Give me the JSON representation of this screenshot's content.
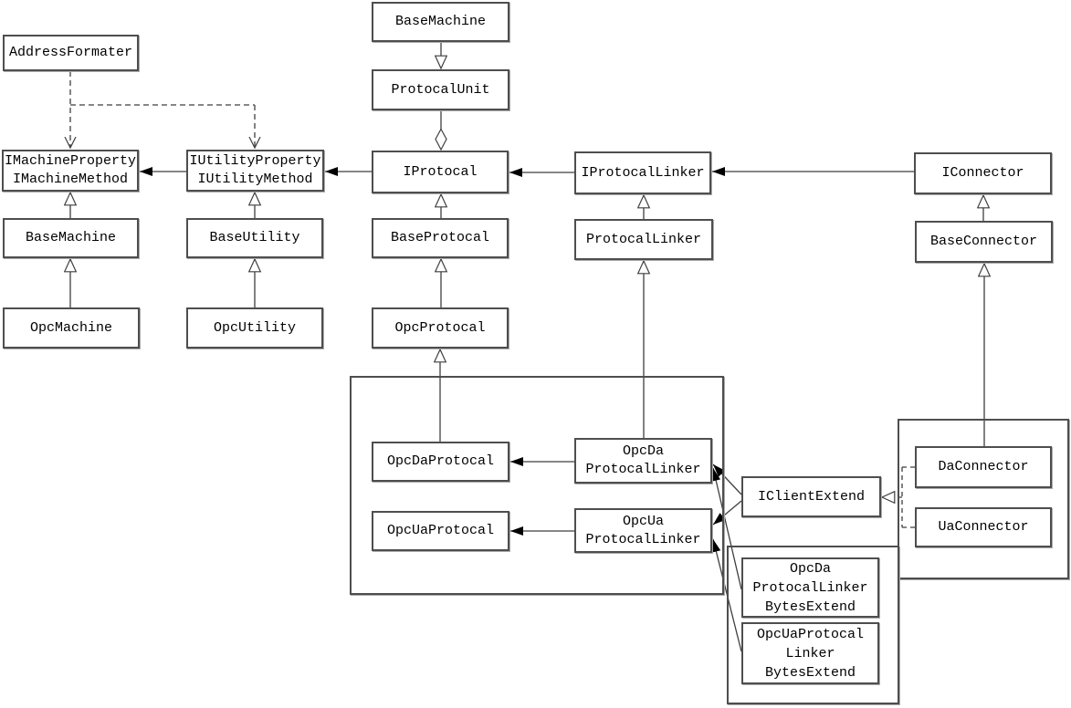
{
  "diagram": {
    "type": "uml-class-diagram",
    "colors": {
      "background": "#ffffff",
      "box_fill": "#ffffff",
      "box_border": "#4e4e4e",
      "line": "#3f3f3f",
      "arrow_fill": "#000000",
      "text": "#000000"
    },
    "nodes": {
      "address_formater": {
        "lines": [
          "AddressFormater"
        ]
      },
      "base_machine_top": {
        "lines": [
          "BaseMachine"
        ]
      },
      "protocal_unit": {
        "lines": [
          "ProtocalUnit"
        ]
      },
      "i_machine": {
        "lines": [
          "IMachineProperty",
          "IMachineMethod"
        ]
      },
      "i_utility": {
        "lines": [
          "IUtilityProperty",
          "IUtilityMethod"
        ]
      },
      "i_protocal": {
        "lines": [
          "IProtocal"
        ]
      },
      "i_protocal_linker": {
        "lines": [
          "IProtocalLinker"
        ]
      },
      "i_connector": {
        "lines": [
          "IConnector"
        ]
      },
      "base_machine": {
        "lines": [
          "BaseMachine"
        ]
      },
      "base_utility": {
        "lines": [
          "BaseUtility"
        ]
      },
      "base_protocal": {
        "lines": [
          "BaseProtocal"
        ]
      },
      "protocal_linker": {
        "lines": [
          "ProtocalLinker"
        ]
      },
      "base_connector": {
        "lines": [
          "BaseConnector"
        ]
      },
      "opc_machine": {
        "lines": [
          "OpcMachine"
        ]
      },
      "opc_utility": {
        "lines": [
          "OpcUtility"
        ]
      },
      "opc_protocal": {
        "lines": [
          "OpcProtocal"
        ]
      },
      "opc_da_protocal": {
        "lines": [
          "OpcDaProtocal"
        ]
      },
      "opc_da_protocal_linker": {
        "lines": [
          "OpcDa",
          "ProtocalLinker"
        ]
      },
      "opc_ua_protocal": {
        "lines": [
          "OpcUaProtocal"
        ]
      },
      "opc_ua_protocal_linker": {
        "lines": [
          "OpcUa",
          "ProtocalLinker"
        ]
      },
      "i_client_extend": {
        "lines": [
          "IClientExtend"
        ]
      },
      "da_connector": {
        "lines": [
          "DaConnector"
        ]
      },
      "ua_connector": {
        "lines": [
          "UaConnector"
        ]
      },
      "opc_da_protocal_linker_bytes_extend": {
        "lines": [
          "OpcDa",
          "ProtocalLinker",
          "BytesExtend"
        ]
      },
      "opc_ua_protocal_linker_bytes_extend": {
        "lines": [
          "OpcUaProtocal",
          "Linker",
          "BytesExtend"
        ]
      }
    },
    "relations": [
      {
        "from": "BaseMachine",
        "to": "ProtocalUnit",
        "type": "generalization"
      },
      {
        "from": "ProtocalUnit",
        "to": "IProtocal",
        "type": "aggregation"
      },
      {
        "from": "IProtocal",
        "to": "IUtilityProperty/IUtilityMethod",
        "type": "association"
      },
      {
        "from": "IUtilityProperty/IUtilityMethod",
        "to": "IMachineProperty/IMachineMethod",
        "type": "association"
      },
      {
        "from": "IProtocalLinker",
        "to": "IProtocal",
        "type": "association"
      },
      {
        "from": "IConnector",
        "to": "IProtocalLinker",
        "type": "association"
      },
      {
        "from": "AddressFormater",
        "to": "IMachineProperty/IMachineMethod",
        "type": "dependency"
      },
      {
        "from": "AddressFormater",
        "to": "IUtilityProperty/IUtilityMethod",
        "type": "dependency"
      },
      {
        "from": "BaseMachine",
        "to": "IMachineProperty/IMachineMethod",
        "type": "generalization"
      },
      {
        "from": "OpcMachine",
        "to": "BaseMachine",
        "type": "generalization"
      },
      {
        "from": "BaseUtility",
        "to": "IUtilityProperty/IUtilityMethod",
        "type": "generalization"
      },
      {
        "from": "OpcUtility",
        "to": "BaseUtility",
        "type": "generalization"
      },
      {
        "from": "BaseProtocal",
        "to": "IProtocal",
        "type": "generalization"
      },
      {
        "from": "OpcProtocal",
        "to": "BaseProtocal",
        "type": "generalization"
      },
      {
        "from": "OpcDaProtocal",
        "to": "OpcProtocal",
        "type": "generalization"
      },
      {
        "from": "ProtocalLinker",
        "to": "IProtocalLinker",
        "type": "generalization"
      },
      {
        "from": "OpcDaProtocalLinker",
        "to": "ProtocalLinker",
        "type": "generalization"
      },
      {
        "from": "BaseConnector",
        "to": "IConnector",
        "type": "generalization"
      },
      {
        "from": "DaConnector",
        "to": "BaseConnector",
        "type": "generalization"
      },
      {
        "from": "OpcDaProtocalLinker",
        "to": "OpcDaProtocal",
        "type": "association"
      },
      {
        "from": "OpcUaProtocalLinker",
        "to": "OpcUaProtocal",
        "type": "association"
      },
      {
        "from": "IClientExtend",
        "to": "OpcDaProtocalLinker",
        "type": "association"
      },
      {
        "from": "IClientExtend",
        "to": "OpcUaProtocalLinker",
        "type": "association"
      },
      {
        "from": "OpcDaProtocalLinkerBytesExtend",
        "to": "OpcDaProtocalLinker",
        "type": "association"
      },
      {
        "from": "OpcUaProtocalLinkerBytesExtend",
        "to": "OpcUaProtocalLinker",
        "type": "association"
      },
      {
        "from": "DaConnector",
        "to": "IClientExtend",
        "type": "realization"
      },
      {
        "from": "UaConnector",
        "to": "IClientExtend",
        "type": "realization"
      }
    ]
  }
}
